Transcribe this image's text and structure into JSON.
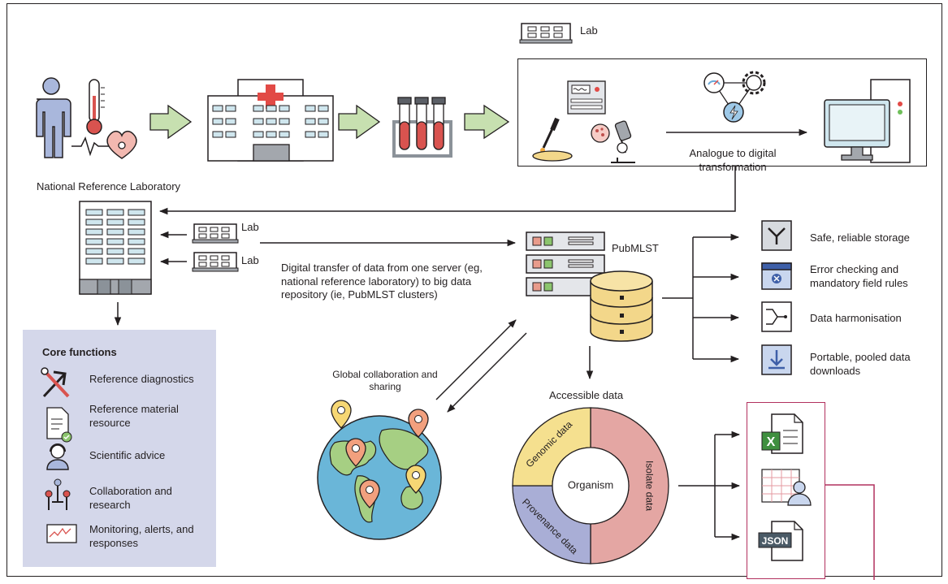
{
  "labels": {
    "lab_top": "Lab",
    "lab_left_1": "Lab",
    "lab_left_2": "Lab",
    "national_lab": "National Reference Laboratory",
    "analogue_digital": "Analogue to digital transformation",
    "digital_transfer": "Digital transfer of data from one server (eg, national reference laboratory) to big data repository (ie, PubMLST clusters)",
    "pubmlst": "PubMLST",
    "global_collab": "Global collaboration and sharing",
    "accessible_data": "Accessible data"
  },
  "core_functions": {
    "title": "Core functions",
    "items": [
      {
        "label": "Reference diagnostics",
        "icon": "tools-icon"
      },
      {
        "label": "Reference material resource",
        "icon": "document-check-icon"
      },
      {
        "label": "Scientific advice",
        "icon": "headset-person-icon"
      },
      {
        "label": "Collaboration and research",
        "icon": "people-network-icon"
      },
      {
        "label": "Monitoring, alerts, and responses",
        "icon": "monitor-chart-icon"
      }
    ]
  },
  "benefits": [
    {
      "label": "Safe, reliable storage",
      "icon": "storage-shield-icon"
    },
    {
      "label": "Error checking and mandatory field rules",
      "icon": "error-window-icon"
    },
    {
      "label": "Data harmonisation",
      "icon": "harmonise-icon"
    },
    {
      "label": "Portable, pooled data downloads",
      "icon": "download-icon"
    }
  ],
  "donut": {
    "center": "Organism",
    "segments": [
      {
        "label": "Isolate data",
        "fraction": 0.5,
        "color": "#e4a6a3"
      },
      {
        "label": "Provenance data",
        "fraction": 0.25,
        "color": "#a9aed6"
      },
      {
        "label": "Genomic data",
        "fraction": 0.25,
        "color": "#f5e08f"
      }
    ]
  },
  "outputs": {
    "json_label": "JSON",
    "excel_label": "X",
    "items": [
      "excel-file-icon",
      "spreadsheet-user-icon",
      "json-file-icon"
    ]
  },
  "colors": {
    "arrow_fill": "#c7e0b0",
    "panel": "#d4d7ea",
    "building": "#cfe6ee",
    "database": "#f3d78a",
    "accent_border": "#b2305e"
  }
}
